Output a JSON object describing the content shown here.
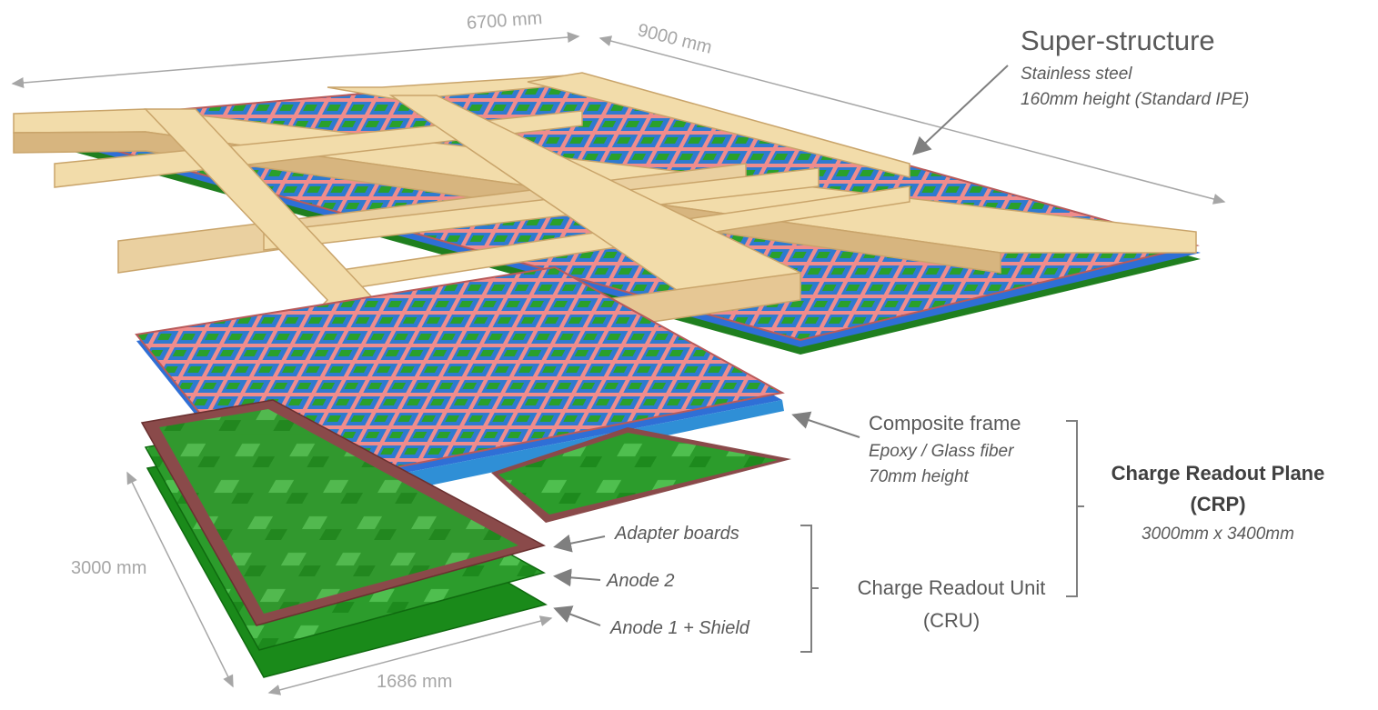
{
  "dimensions": {
    "width_top": "6700 mm",
    "depth_top": "9000 mm",
    "cru_height": "3000 mm",
    "cru_width": "1686 mm"
  },
  "super_structure": {
    "title": "Super-structure",
    "material": "Stainless steel",
    "height": "160mm height (Standard IPE)"
  },
  "composite_frame": {
    "title": "Composite frame",
    "material": "Epoxy / Glass fiber",
    "height": "70mm height"
  },
  "crp": {
    "title_line1": "Charge Readout Plane",
    "title_line2": "(CRP)",
    "size": "3000mm x 3400mm"
  },
  "layers": {
    "adapter": "Adapter boards",
    "anode2": "Anode 2",
    "anode1": "Anode 1 + Shield"
  },
  "cru": {
    "title_line1": "Charge Readout Unit",
    "title_line2": "(CRU)"
  },
  "colors": {
    "beam": "#f2dcaa",
    "beam_shade": "#d7b57f",
    "frame": "#f08c8c",
    "frame_dark": "#b85a5a",
    "pcb_green": "#2a9a2a",
    "pcb_dark": "#157015",
    "brown_board": "#8a4a4a",
    "blue": "#2f6fd6",
    "label": "#595959",
    "dim": "#a6a6a6"
  }
}
